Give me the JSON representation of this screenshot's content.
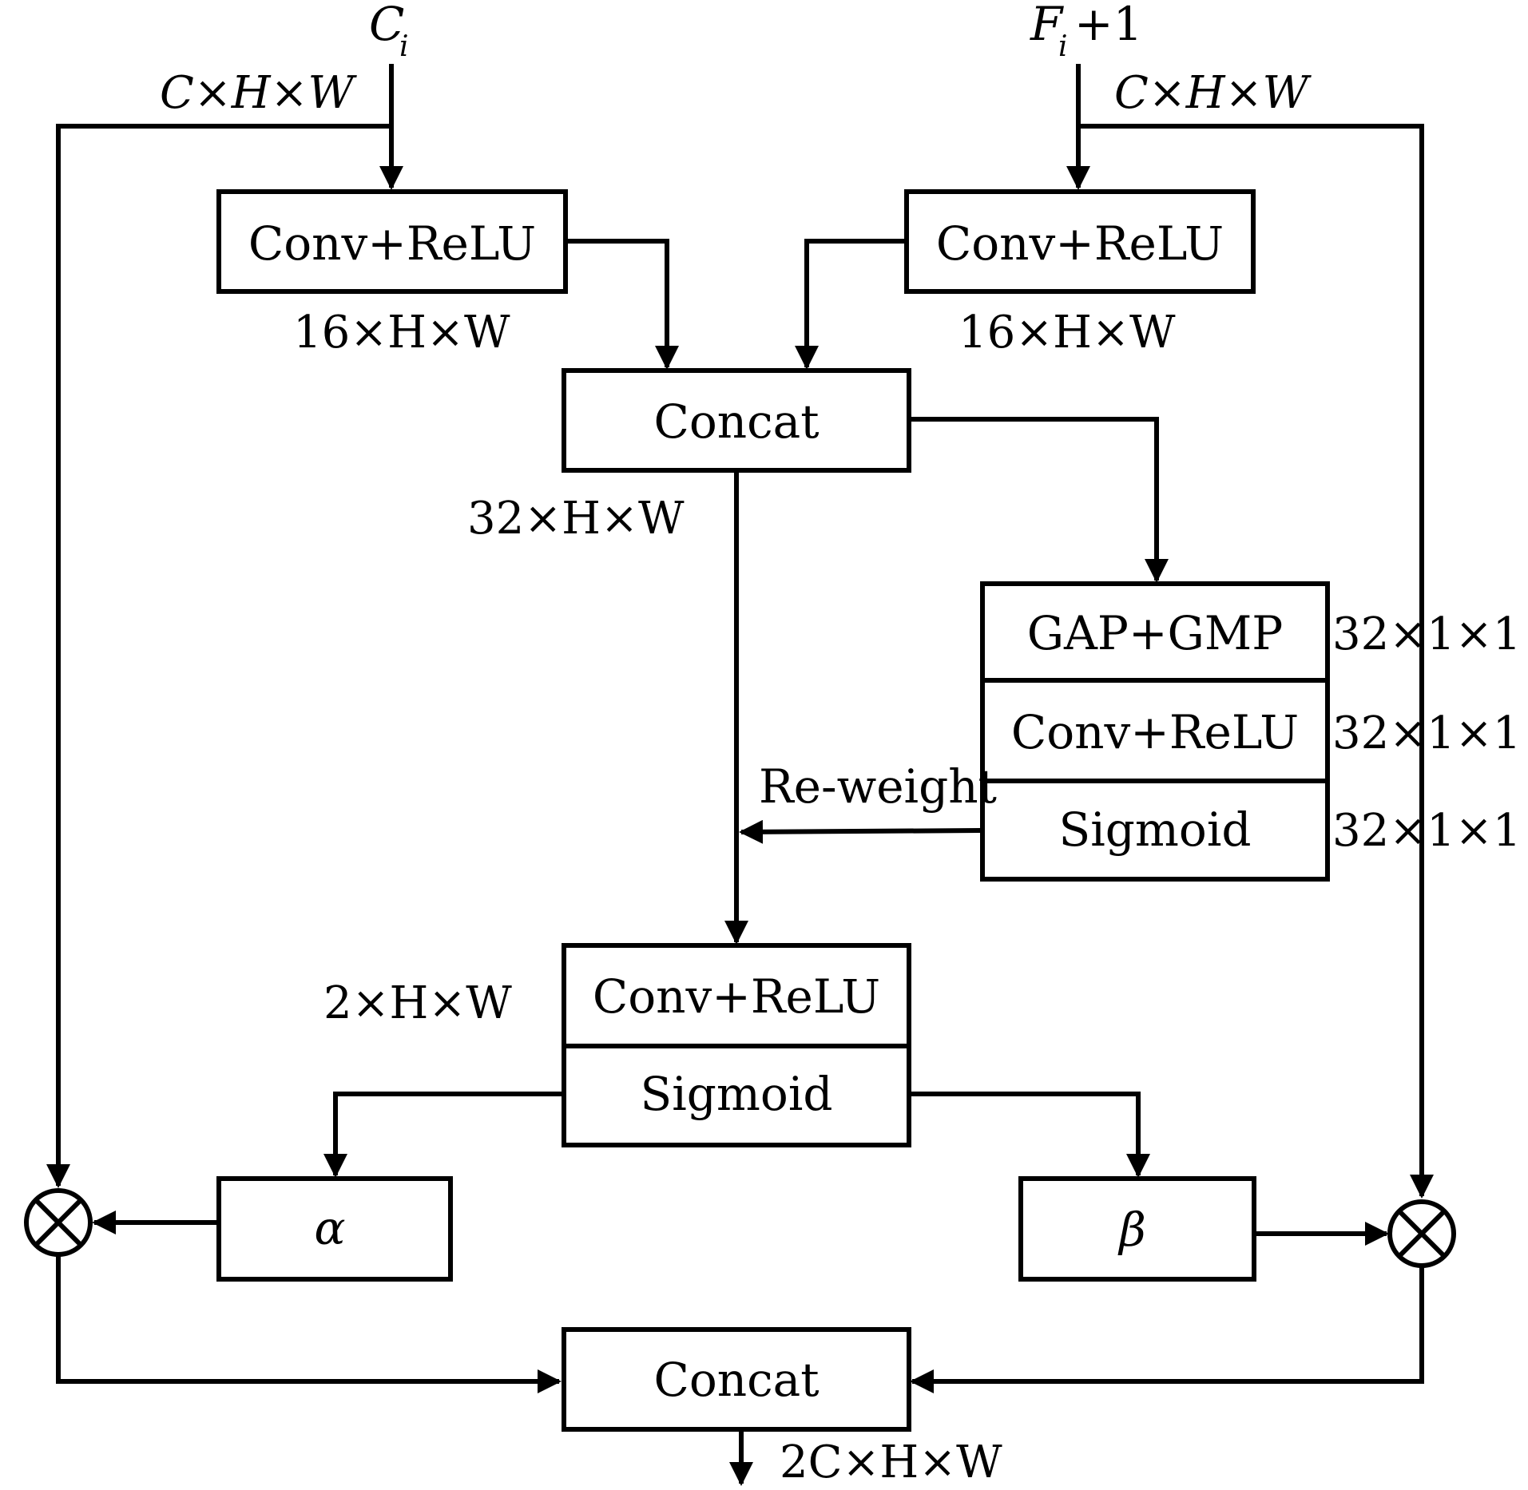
{
  "inputs": {
    "left": {
      "symbol": "C",
      "subscript": "i",
      "suffix": "",
      "shape": "C×H×W"
    },
    "right": {
      "symbol": "F",
      "subscript": "i",
      "suffix": "+1",
      "shape": "C×H×W"
    }
  },
  "blocks": {
    "conv_left": "Conv+ReLU",
    "conv_right": "Conv+ReLU",
    "concat_top": "Concat",
    "gap_gmp": "GAP+GMP",
    "ca_conv": "Conv+ReLU",
    "ca_sigmoid": "Sigmoid",
    "fuse_conv": "Conv+ReLU",
    "fuse_sigmoid": "Sigmoid",
    "alpha": "α",
    "beta": "β",
    "concat_bottom": "Concat"
  },
  "shapes": {
    "conv_left_out": "16×H×W",
    "conv_right_out": "16×H×W",
    "concat_top_out": "32×H×W",
    "gap_gmp_out": "32×1×1",
    "ca_conv_out": "32×1×1",
    "ca_sigmoid_out": "32×1×1",
    "fuse_out": "2×H×W",
    "output": "2C×H×W"
  },
  "annotations": {
    "reweight": "Re-weight"
  },
  "icons": {
    "multiply": "circled-times-icon"
  },
  "colors": {
    "stroke": "#000000",
    "background": "#ffffff"
  }
}
